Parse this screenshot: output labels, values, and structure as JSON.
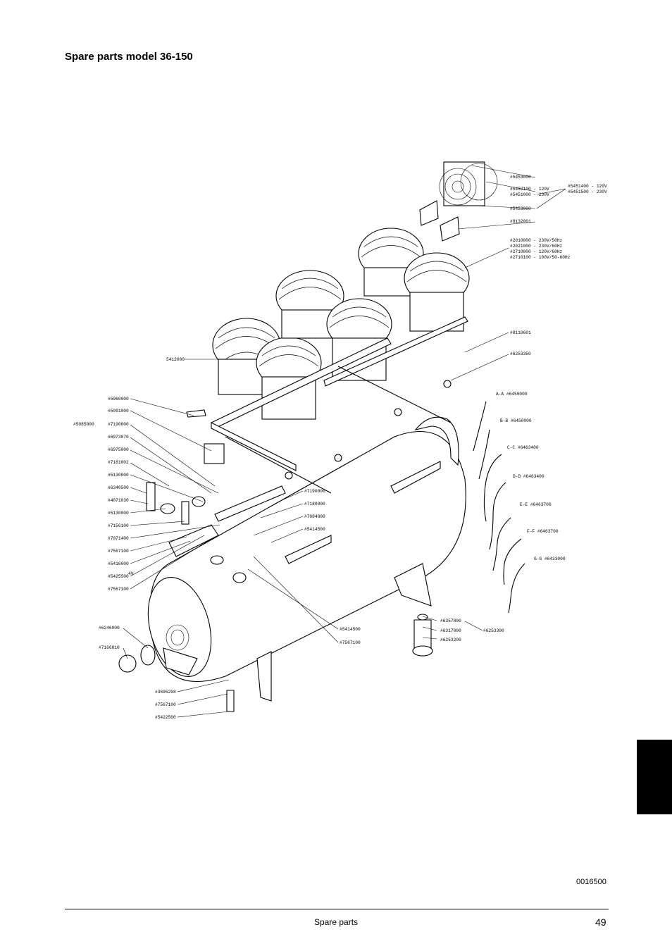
{
  "page": {
    "title": "Spare parts model 36-150",
    "drawing_code": "0016500",
    "footer_section": "Spare parts",
    "page_number": "49"
  },
  "labels": {
    "fan": "#5453000",
    "fan_motor": "#5450100 - 120V\n#5451000 - 230V",
    "fan_motor_b": "#5451400 - 120V\n#5451500 - 230V",
    "fan_guard": "#5453000",
    "bracket": "#8132001",
    "motors": "#2010000 - 230V/50Hz\n#2021000 - 230V/60Hz\n#2710000 - 120V/60Hz\n#2710100 - 100V/50-60Hz",
    "frame": "#8110601",
    "damper": "#6253350",
    "hose_label_5412000": "5412000",
    "l5960000": "#5960000",
    "l5091000": "#5091000",
    "l5085000": "#5085000",
    "l7190000a": "#7190000",
    "l6973070": "#6973070",
    "l6975000": "#6975000",
    "l7181002": "#7181002",
    "l5130000a": "#5130000",
    "l6340500": "#6340500",
    "l4071030": "#4071030",
    "l5130000b": "#5130000",
    "l7156100": "#7156100",
    "l7071400": "#7071400",
    "l7567100a": "#7567100",
    "l5416000": "#5416000",
    "l5425500": "#5425500",
    "l5425500_sup": "4V",
    "l7567100b": "#7567100",
    "l6246000": "#6246000",
    "l7166810": "#7166810",
    "l3695298": "#3695298",
    "l7567100c": "#7567100",
    "l5422500": "#5422500",
    "l7190000b": "#7190000",
    "l7180000": "#7180000",
    "l7084000": "#7084000",
    "l5414500a": "#5414500",
    "l5414500b": "#5414500",
    "l7567100d": "#7567100",
    "l6357800": "#6357800",
    "l6317000": "#6317000",
    "l6253300": "#6253300",
    "l6253200": "#6253200",
    "hoseAA": "A-A #6450000",
    "hoseBB": "B-B #6450000",
    "hoseCC": "C-C #6463400",
    "hoseDD": "D-D #6463400",
    "hoseEE": "E-E #6463700",
    "hoseFF": "F-F #6463700",
    "hoseGG": "G-G #6433000"
  }
}
